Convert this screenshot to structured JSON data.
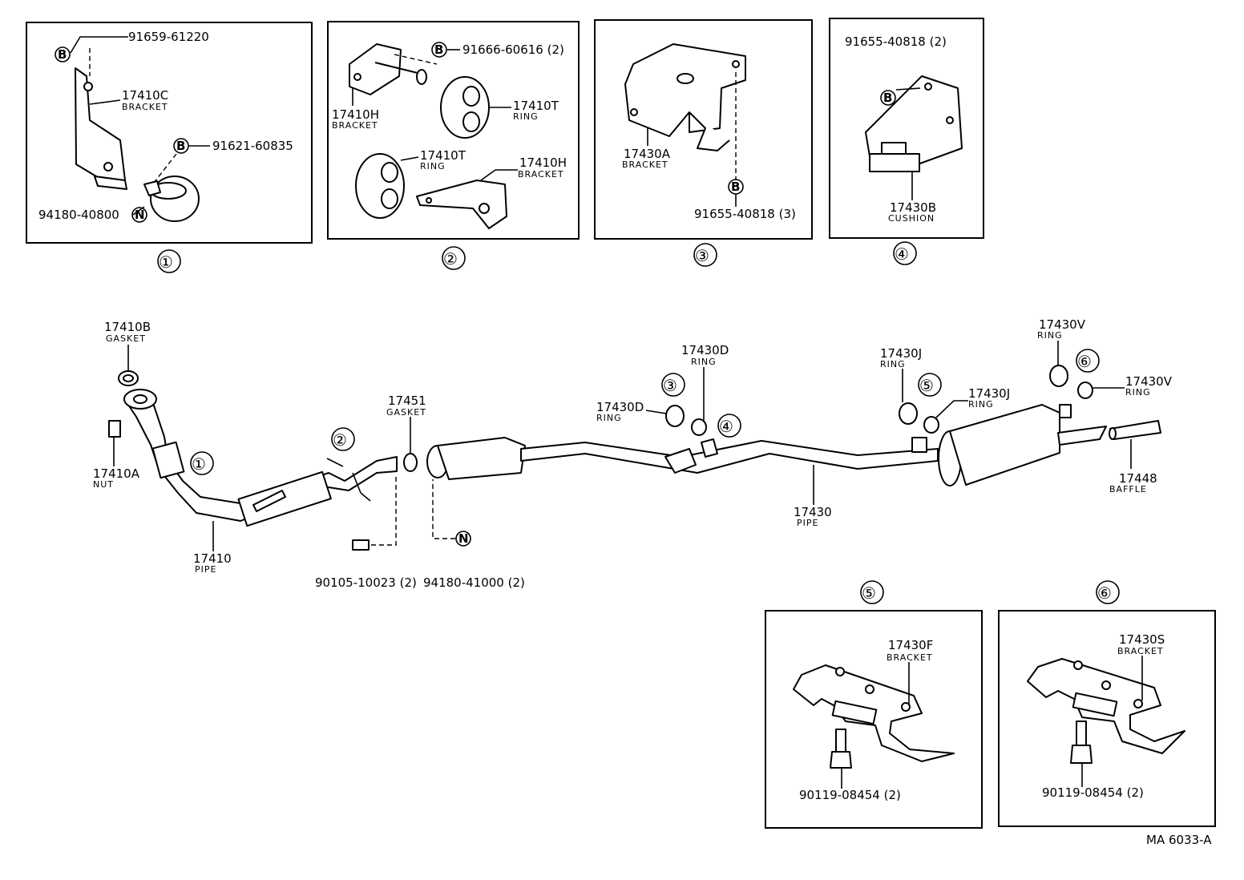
{
  "document_code": "MA 6033-A",
  "insets": [
    {
      "id": "1",
      "label": "①",
      "callouts": [
        {
          "part": "91659-61220"
        },
        {
          "part": "17410C",
          "desc": "BRACKET"
        },
        {
          "part": "91621-60835"
        },
        {
          "part": "94180-40800"
        }
      ]
    },
    {
      "id": "2",
      "label": "②",
      "callouts": [
        {
          "part": "91666-60616 (2)"
        },
        {
          "part": "17410H",
          "desc": "BRACKET"
        },
        {
          "part": "17410T",
          "desc": "RING"
        },
        {
          "part": "17410T",
          "desc": "RING"
        },
        {
          "part": "17410H",
          "desc": "BRACKET"
        }
      ]
    },
    {
      "id": "3",
      "label": "③",
      "callouts": [
        {
          "part": "17430A",
          "desc": "BRACKET"
        },
        {
          "part": "91655-40818 (3)"
        }
      ]
    },
    {
      "id": "4",
      "label": "④",
      "callouts": [
        {
          "part": "91655-40818 (2)"
        },
        {
          "part": "17430B",
          "desc": "CUSHION"
        }
      ]
    },
    {
      "id": "5",
      "label": "⑤",
      "callouts": [
        {
          "part": "17430F",
          "desc": "BRACKET"
        },
        {
          "part": "90119-08454 (2)"
        }
      ]
    },
    {
      "id": "6",
      "label": "⑥",
      "callouts": [
        {
          "part": "17430S",
          "desc": "BRACKET"
        },
        {
          "part": "90119-08454 (2)"
        }
      ]
    }
  ],
  "symbols": {
    "bolt": "B",
    "nut": "N"
  },
  "main_callouts": [
    {
      "part": "17410B",
      "desc": "GASKET"
    },
    {
      "part": "17410A",
      "desc": "NUT"
    },
    {
      "part": "17410",
      "desc": "PIPE"
    },
    {
      "part": "17451",
      "desc": "GASKET"
    },
    {
      "part": "90105-10023 (2)"
    },
    {
      "part": "94180-41000 (2)"
    },
    {
      "part": "17430D",
      "desc": "RING"
    },
    {
      "part": "17430D",
      "desc": "RING"
    },
    {
      "part": "17430",
      "desc": "PIPE"
    },
    {
      "part": "17430J",
      "desc": "RING"
    },
    {
      "part": "17430J",
      "desc": "RING"
    },
    {
      "part": "17430V",
      "desc": "RING"
    },
    {
      "part": "17430V",
      "desc": "RING"
    },
    {
      "part": "17448",
      "desc": "BAFFLE"
    }
  ],
  "main_refs": [
    "①",
    "②",
    "③",
    "④",
    "⑤",
    "⑥"
  ]
}
